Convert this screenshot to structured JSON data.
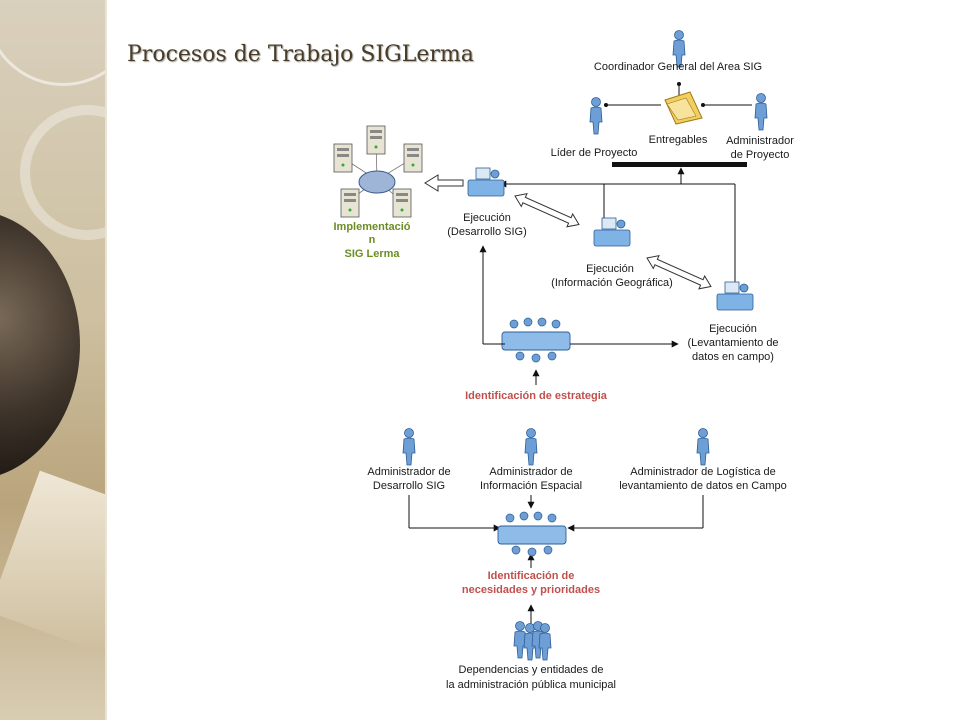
{
  "slide": {
    "title": "Procesos de Trabajo SIGLerma"
  },
  "diagram": {
    "top": {
      "coordinator": "Coordinador General del Area SIG",
      "leader": "Líder de Proyecto",
      "deliverables": "Entregables",
      "admin_line1": "Administrador",
      "admin_line2": "de Proyecto"
    },
    "implementation": {
      "line1": "Implementació",
      "line2": "n",
      "line3": "SIG Lerma"
    },
    "exec_dev": {
      "line1": "Ejecución",
      "line2": "(Desarrollo SIG)"
    },
    "exec_geo": {
      "line1": "Ejecución",
      "line2": "(Información Geográfica)"
    },
    "exec_field": {
      "line1": "Ejecución",
      "line2": "(Levantamiento de",
      "line3": "datos en campo)"
    },
    "strategy": "Identificación de estrategia",
    "admins": {
      "dev_line1": "Administrador de",
      "dev_line2": "Desarrollo SIG",
      "spatial_line1": "Administrador de",
      "spatial_line2": "Información Espacial",
      "logistics_line1": "Administrador de Logística de",
      "logistics_line2": "levantamiento de datos en Campo"
    },
    "needs": {
      "line1": "Identificación de",
      "line2": "necesidades y prioridades"
    },
    "dependencies": {
      "line1": "Dependencias y entidades de",
      "line2": "la administración pública municipal"
    }
  },
  "colors": {
    "accent_red": "#c0504d",
    "accent_green": "#6b8e23",
    "person_blue": "#5b8fc9"
  }
}
